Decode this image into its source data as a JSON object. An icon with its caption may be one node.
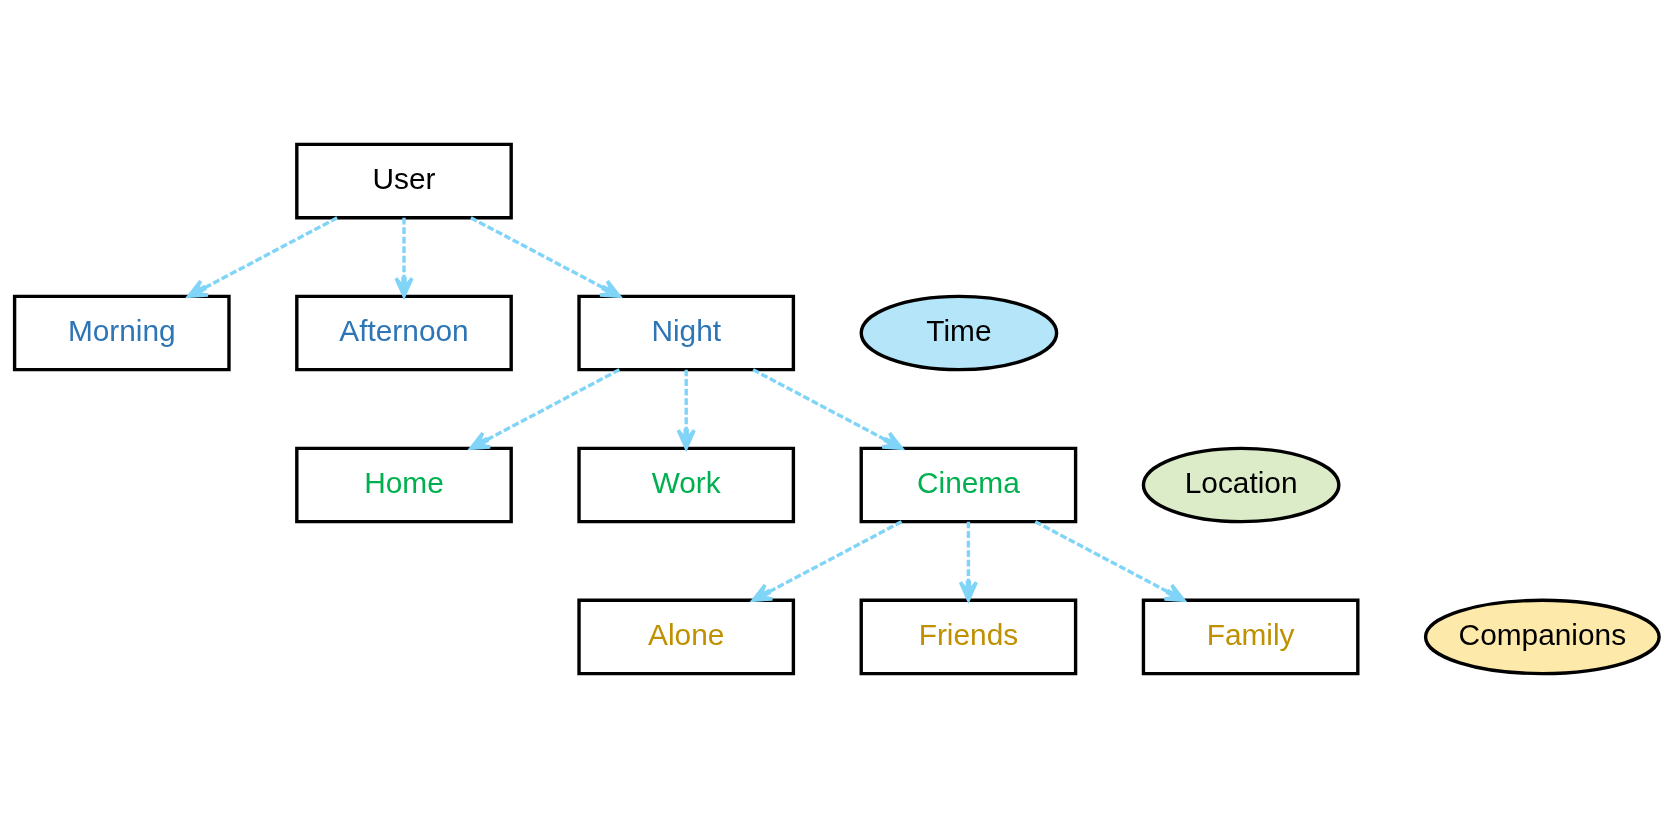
{
  "diagram": {
    "nodes": [
      {
        "text": [
          "User"
        ]
      },
      {
        "text": [
          "Time"
        ]
      },
      {
        "text": [
          "Morning"
        ]
      },
      {
        "text": [
          "Afternoon"
        ]
      },
      {
        "text": [
          "Night"
        ]
      },
      {
        "text": [
          "Location"
        ]
      },
      {
        "text": [
          "Home"
        ]
      },
      {
        "text": [
          "Work"
        ]
      },
      {
        "text": [
          "Cinema"
        ]
      },
      {
        "text": [
          "Companions"
        ]
      },
      {
        "text": [
          "Alone"
        ]
      },
      {
        "text": [
          "Friends"
        ]
      },
      {
        "text": [
          "Family"
        ]
      }
    ],
    "edges": [
      {
        "from": 0,
        "to": 2,
        "arrow": "to",
        "style": "dashed"
      },
      {
        "from": 0,
        "to": 3,
        "arrow": "to",
        "style": "dashed"
      },
      {
        "from": 0,
        "to": 4,
        "arrow": "to",
        "style": "dashed"
      },
      {
        "from": 4,
        "to": 6,
        "arrow": "to",
        "style": "dashed"
      },
      {
        "from": 4,
        "to": 7,
        "arrow": "to",
        "style": "dashed"
      },
      {
        "from": 4,
        "to": 8,
        "arrow": "to",
        "style": "dashed"
      },
      {
        "from": 8,
        "to": 10,
        "arrow": "to",
        "style": "dashed"
      },
      {
        "from": 8,
        "to": 11,
        "arrow": "to",
        "style": "dashed"
      },
      {
        "from": 8,
        "to": 12,
        "arrow": "to",
        "style": "dashed"
      }
    ]
  }
}
